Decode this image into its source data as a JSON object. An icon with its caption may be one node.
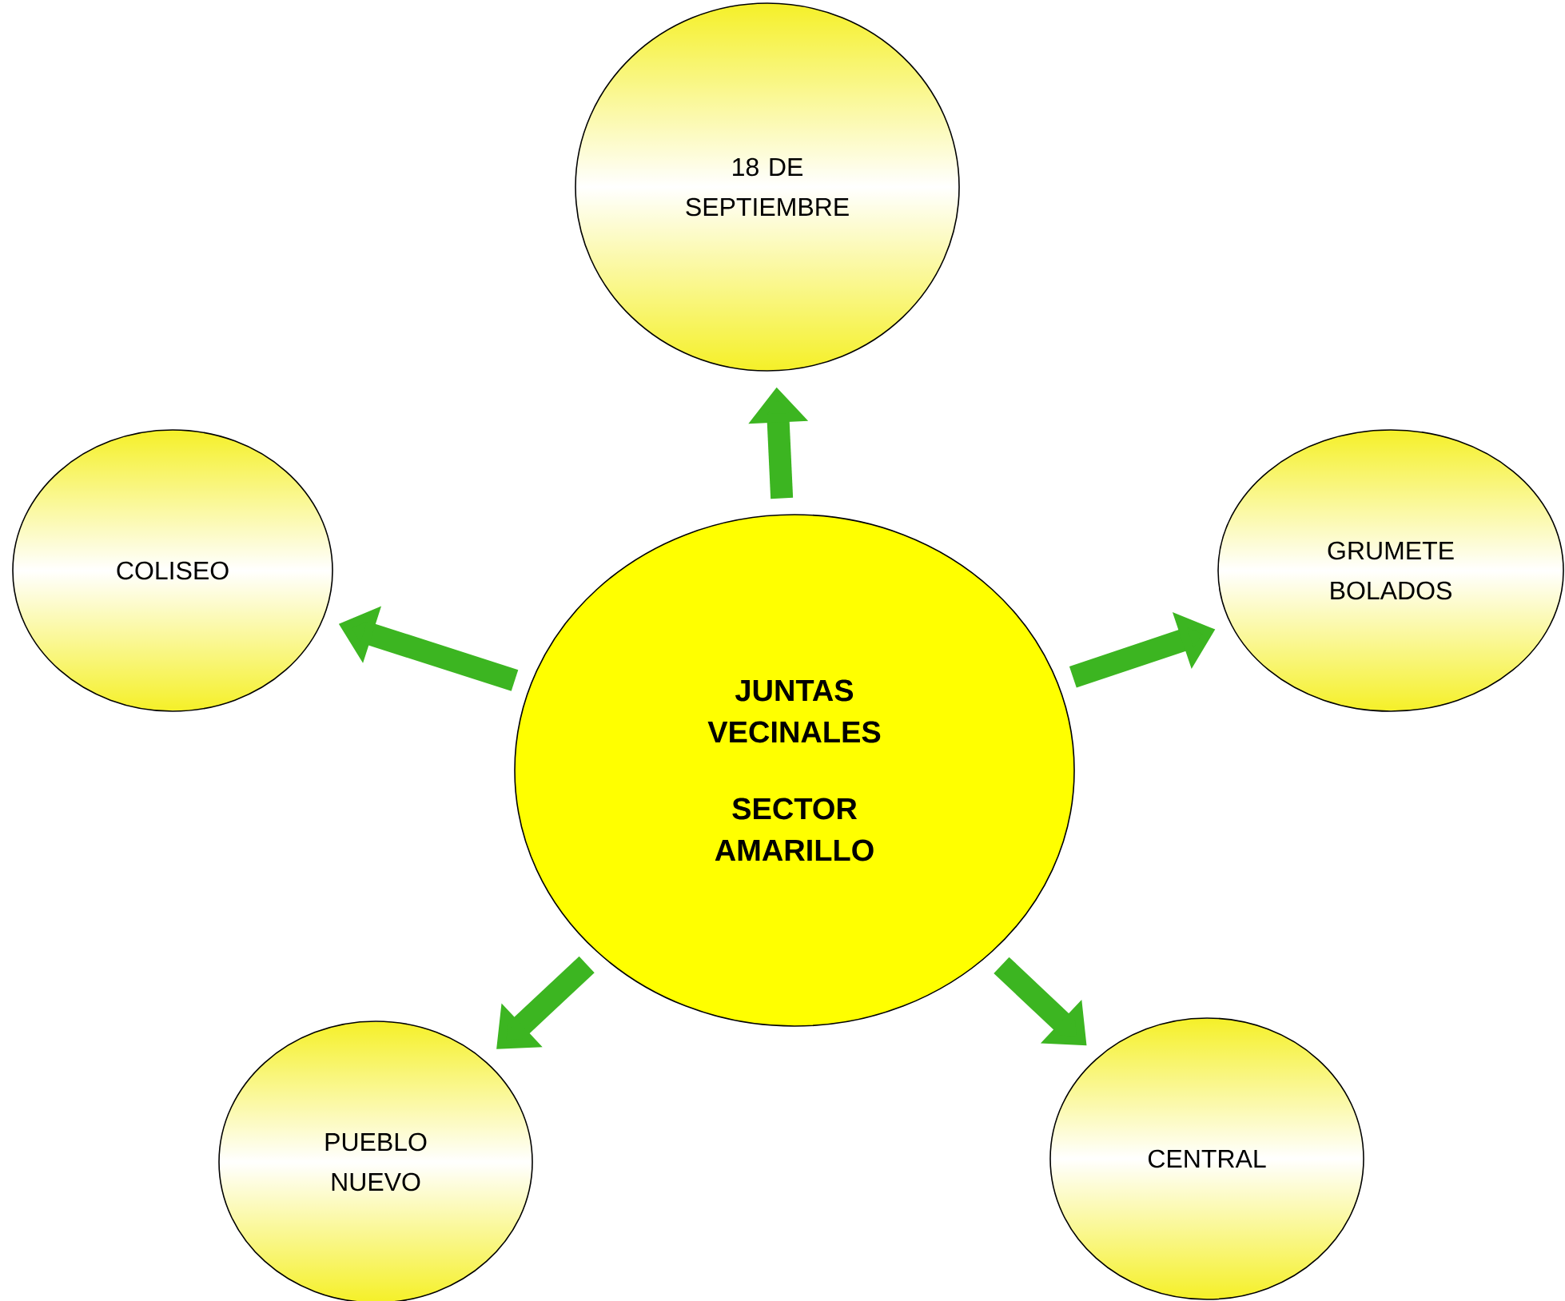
{
  "diagram": {
    "nodes": [
      {
        "text": [
          "18 DE SEPTIEMBRE"
        ]
      },
      {
        "text": [
          "COLISEO"
        ]
      },
      {
        "text": [
          "GRUMETE BOLADOS"
        ]
      },
      {
        "text": [
          "JUNTAS VECINALES",
          "SECTOR AMARILLO"
        ]
      },
      {
        "text": [
          "PUEBLO NUEVO"
        ]
      },
      {
        "text": [
          "CENTRAL"
        ]
      }
    ],
    "edges": [
      {
        "from": 3,
        "to": 0,
        "arrow": "to"
      },
      {
        "from": 3,
        "to": 1,
        "arrow": "to"
      },
      {
        "from": 3,
        "to": 2,
        "arrow": "to"
      },
      {
        "from": 3,
        "to": 4,
        "arrow": "to"
      },
      {
        "from": 3,
        "to": 5,
        "arrow": "to"
      }
    ]
  }
}
